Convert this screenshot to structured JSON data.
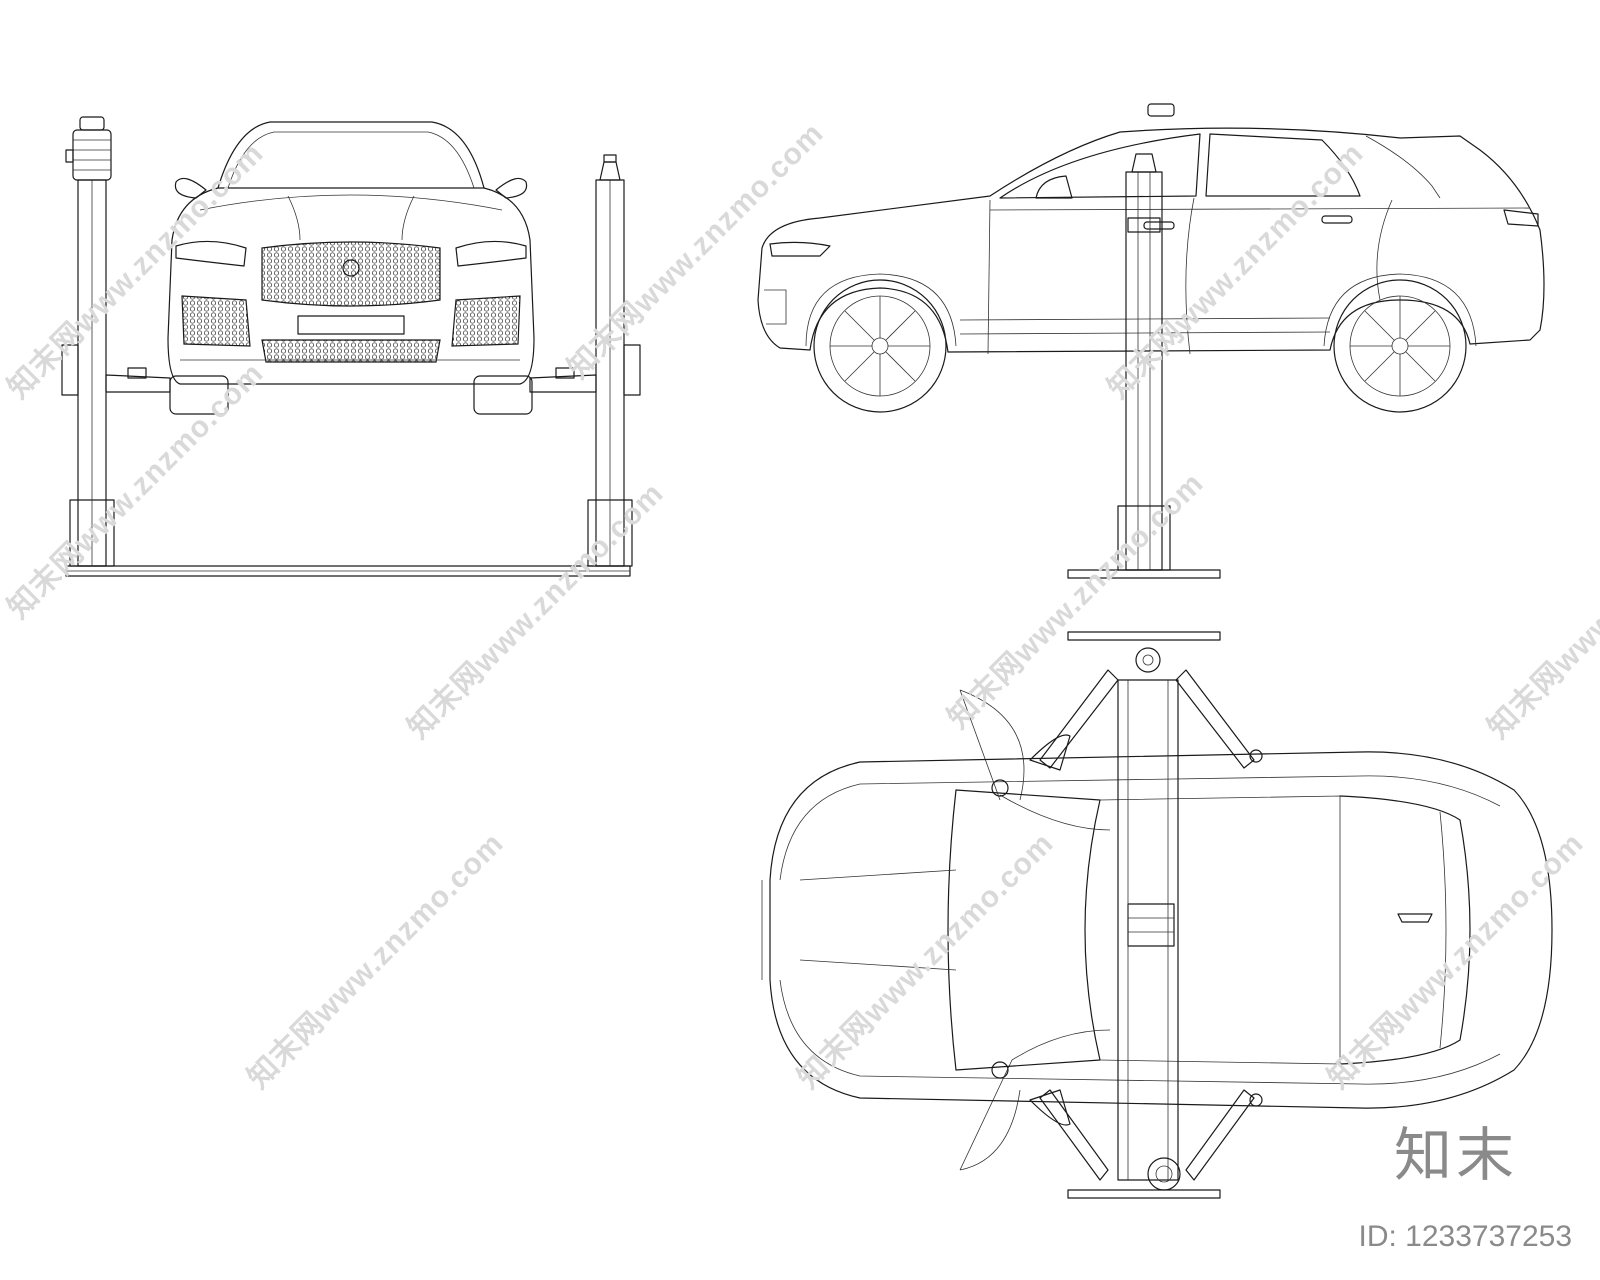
{
  "watermark": {
    "text": "知末网www.znzmo.com"
  },
  "brand": {
    "mark": "知末",
    "id_label": "ID: 1233737253"
  },
  "views": {
    "front": "front-elevation",
    "side": "side-elevation",
    "top": "plan-view"
  },
  "colors": {
    "line": "#1a1a1a",
    "watermark": "#d9d9d9",
    "brand": "#8a8a8a"
  }
}
